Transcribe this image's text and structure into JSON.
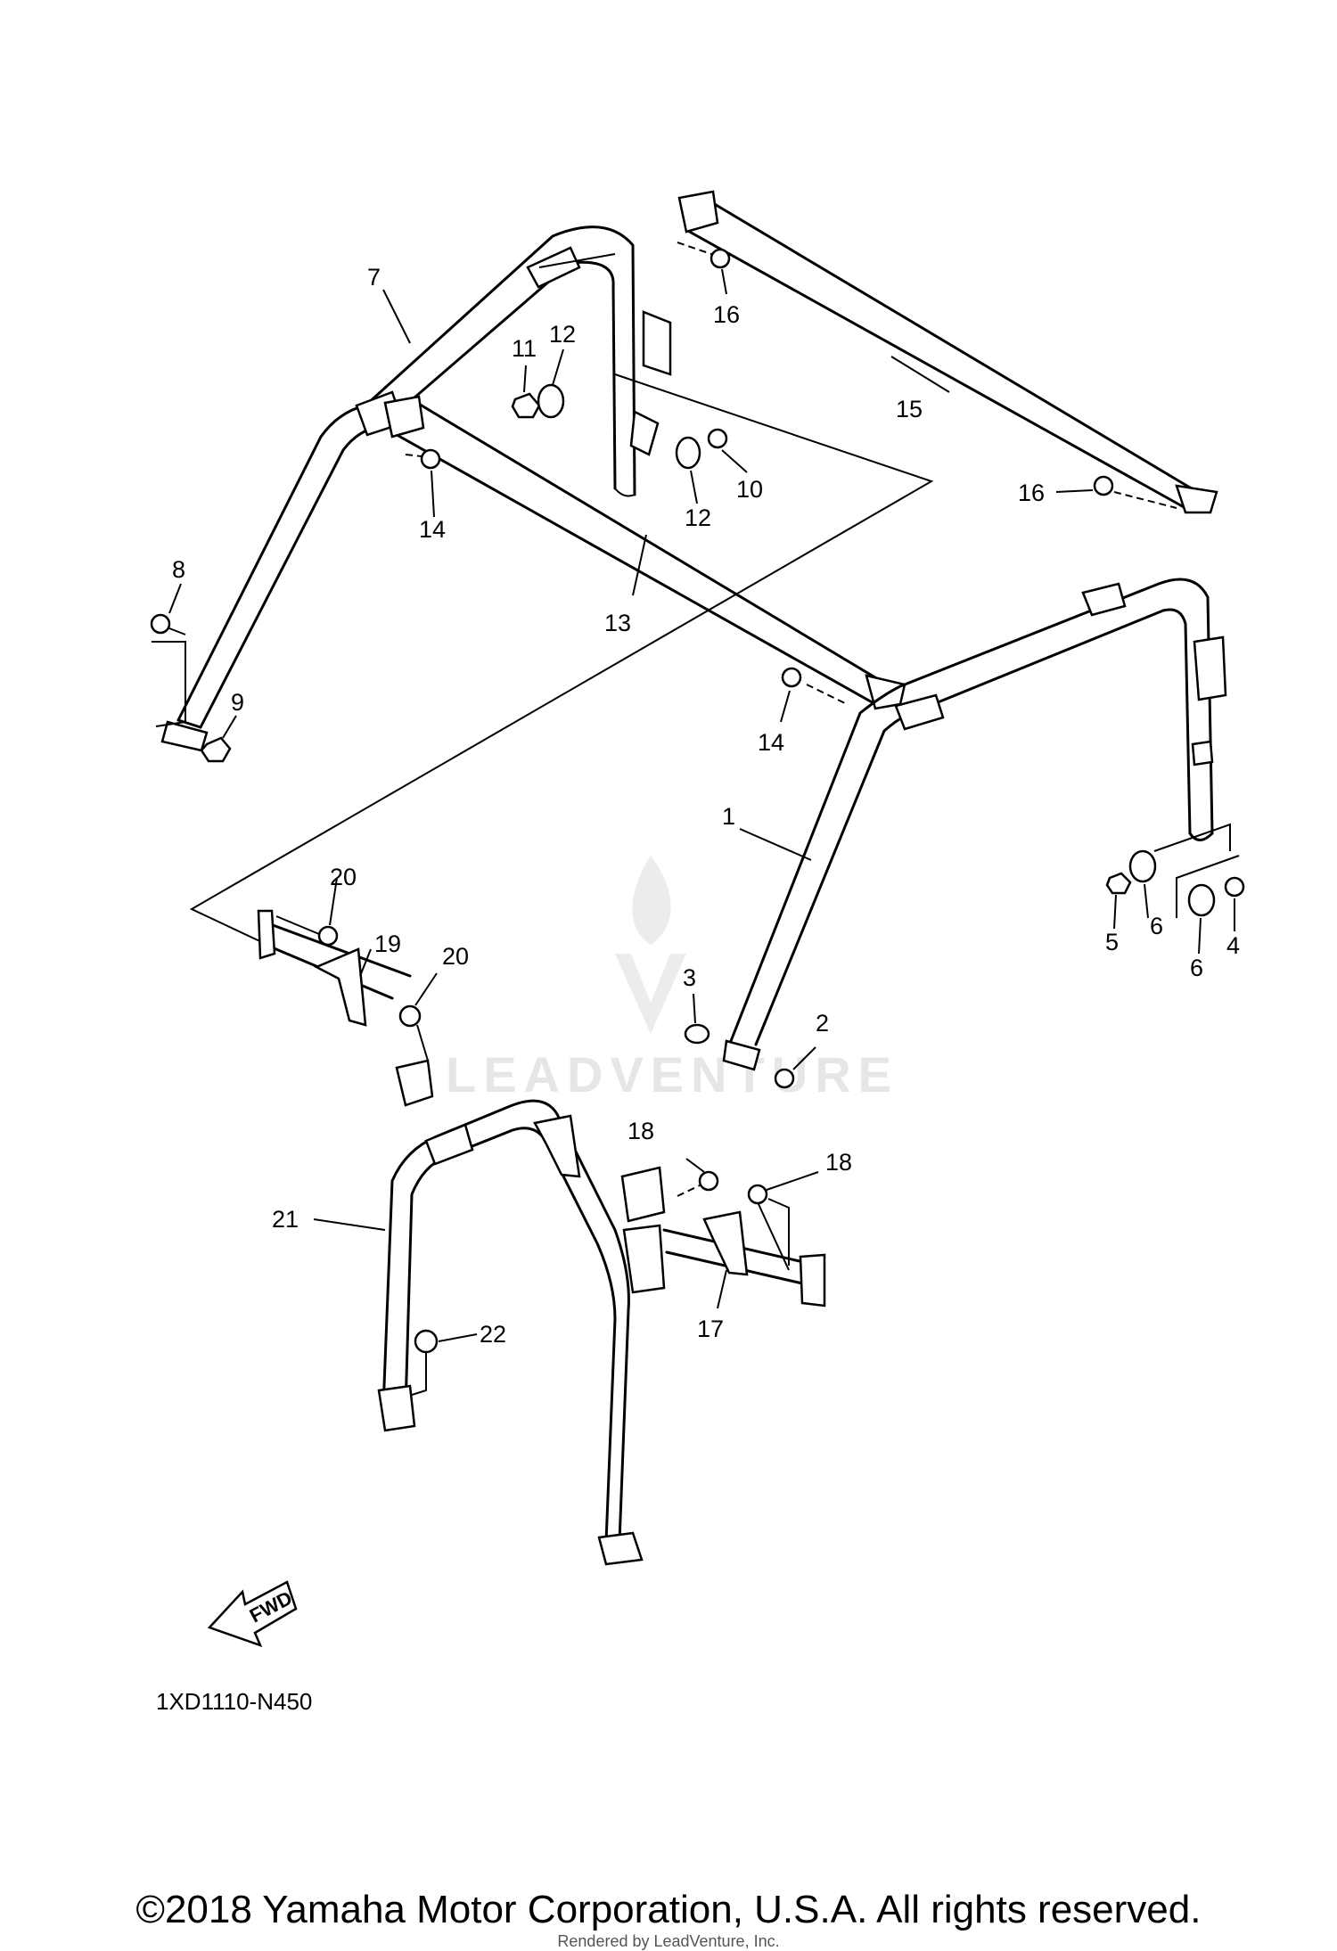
{
  "callouts": {
    "c1": "1",
    "c2": "2",
    "c3": "3",
    "c4": "4",
    "c5": "5",
    "c6a": "6",
    "c6b": "6",
    "c7": "7",
    "c8": "8",
    "c9": "9",
    "c10": "10",
    "c11": "11",
    "c12a": "12",
    "c12b": "12",
    "c13": "13",
    "c14a": "14",
    "c14b": "14",
    "c15": "15",
    "c16a": "16",
    "c16b": "16",
    "c17": "17",
    "c18a": "18",
    "c18b": "18",
    "c19": "19",
    "c20a": "20",
    "c20b": "20",
    "c21": "21",
    "c22": "22"
  },
  "fwd_label": "FWD",
  "diagram_code": "1XD1110-N450",
  "watermark": "LEADVENTURE",
  "copyright": "©2018 Yamaha Motor Corporation, U.S.A. All rights reserved.",
  "rendered_by": "Rendered by LeadVenture, Inc."
}
